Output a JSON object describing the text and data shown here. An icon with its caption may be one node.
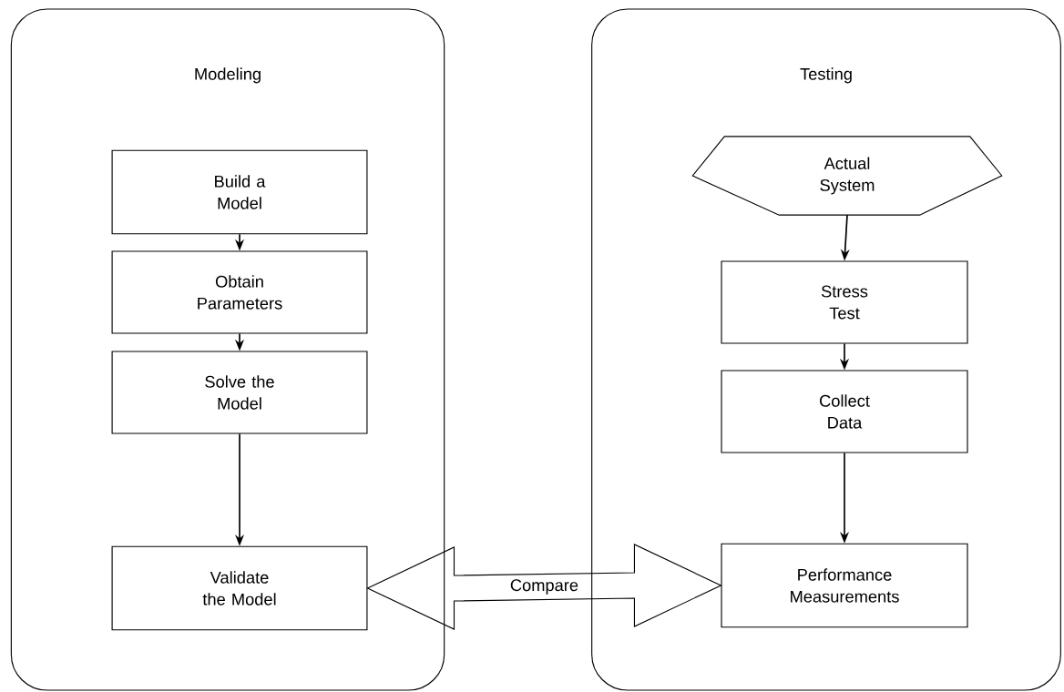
{
  "diagram": {
    "nodes": [
      {
        "text": [
          "Modeling"
        ]
      },
      {
        "text": [
          "Build a Model"
        ],
        "in": 0
      },
      {
        "text": [
          "Obtain Parameters"
        ],
        "in": 0
      },
      {
        "text": [
          "Solve the Model"
        ],
        "in": 0
      },
      {
        "text": [
          "Validate the Model"
        ],
        "in": 0
      },
      {
        "text": [
          "Testing"
        ]
      },
      {
        "text": [
          "Actual System"
        ],
        "in": 5
      },
      {
        "text": [
          "Stress Test"
        ],
        "in": 5
      },
      {
        "text": [
          "Collect Data"
        ],
        "in": 5
      },
      {
        "text": [
          "Performance Measurements"
        ],
        "in": 5
      }
    ],
    "edges": [
      {
        "from": 1,
        "to": 2,
        "arrow": "to"
      },
      {
        "from": 2,
        "to": 3,
        "arrow": "to"
      },
      {
        "from": 3,
        "to": 4,
        "arrow": "to"
      },
      {
        "from": 6,
        "to": 7,
        "arrow": "to"
      },
      {
        "from": 7,
        "to": 8,
        "arrow": "to"
      },
      {
        "from": 8,
        "to": 9,
        "arrow": "to"
      },
      {
        "from": 4,
        "to": 9,
        "arrow": "both",
        "label": "Compare"
      }
    ]
  }
}
